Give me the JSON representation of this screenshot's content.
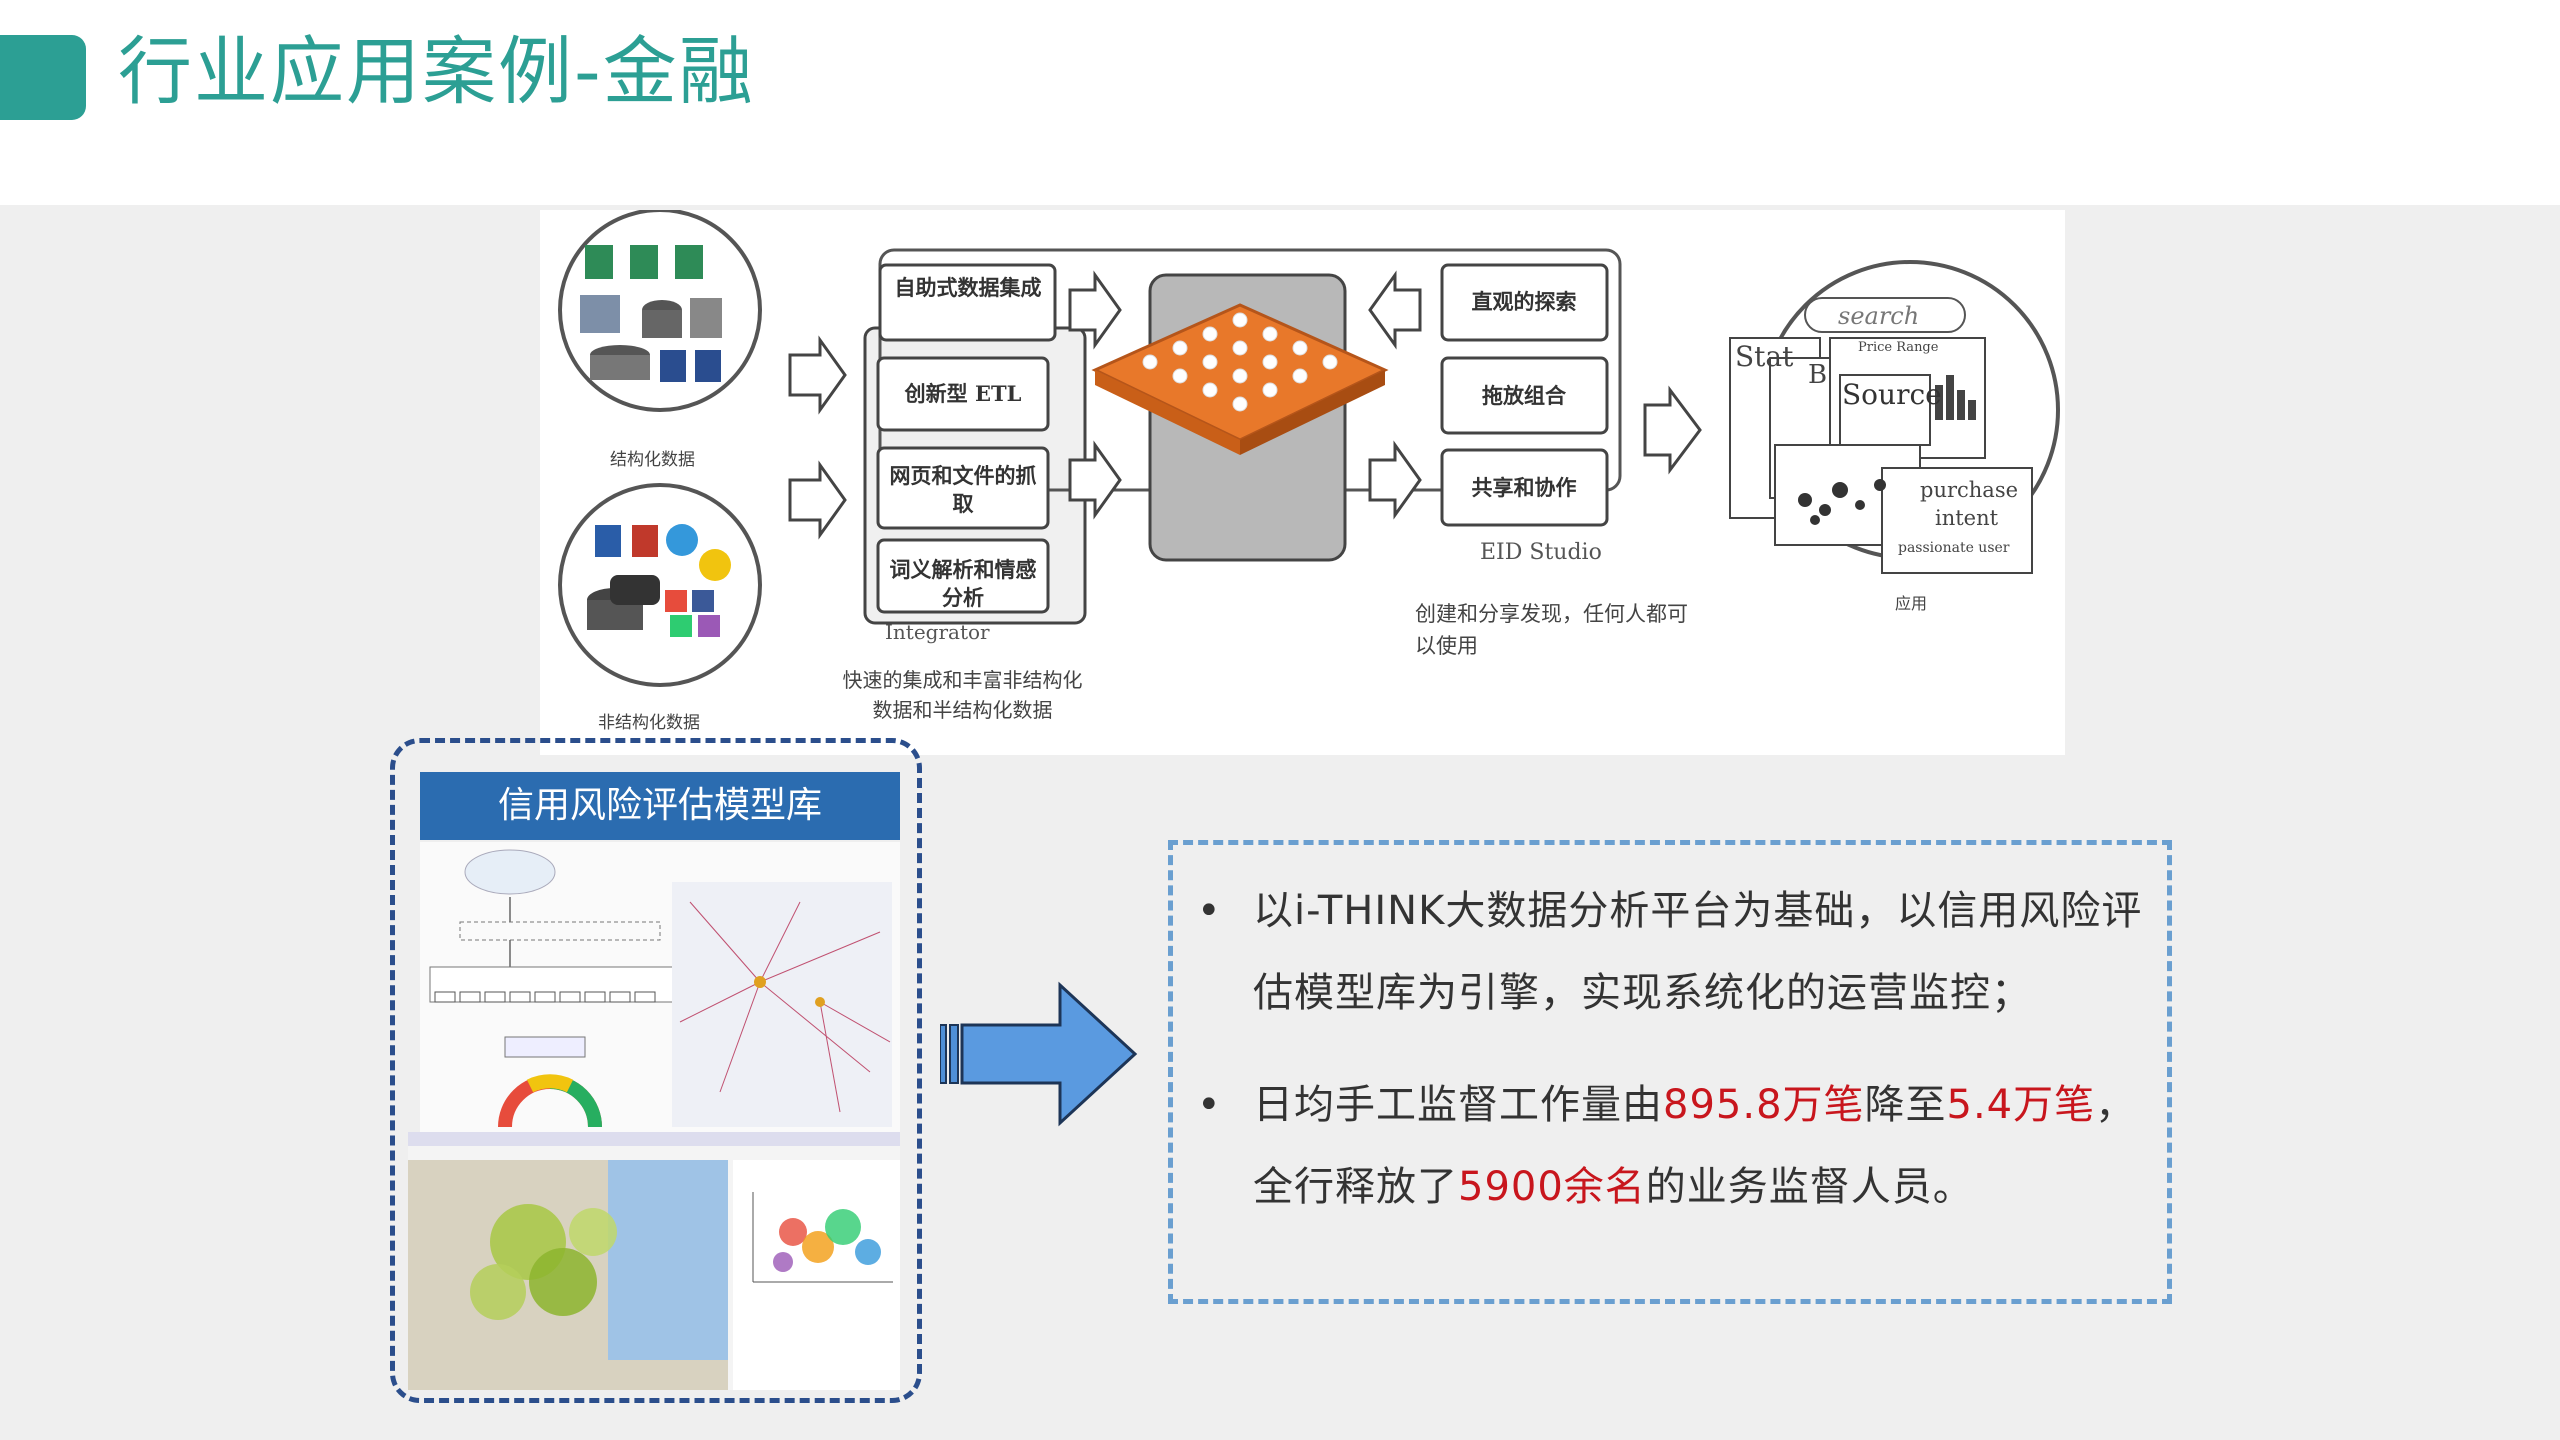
{
  "title": "行业应用案例-金融",
  "diagram": {
    "structured_label": "结构化数据",
    "unstructured_label": "非结构化数据",
    "integrator_boxes": [
      "自助式数据集成",
      "创新型 ETL",
      "网页和文件的抓取",
      "词义解析和情感分析"
    ],
    "integrator_label": "Integrator",
    "integrator_caption": "快速的集成和丰富非结构化数据和半结构化数据",
    "studio_boxes": [
      "直观的探索",
      "拖放组合",
      "共享和协作"
    ],
    "studio_label": "EID Studio",
    "studio_caption": "创建和分享发现，任何人都可以使用",
    "app_label": "应用",
    "app_texts": {
      "search": "search",
      "price_range": "Price Range",
      "stat": "Stat",
      "b": "B",
      "source": "Source",
      "purchase": "purchase",
      "intent": "intent",
      "user": "passionate user"
    }
  },
  "model_lib": {
    "title": "信用风险评估模型库"
  },
  "bullets": [
    {
      "parts": [
        {
          "text": "以i-THINK大数据分析平台为基础，以信用风险评估模型库为引擎，实现系统化的运营监控；",
          "red": false
        }
      ]
    },
    {
      "parts": [
        {
          "text": "日均手工监督工作量由",
          "red": false
        },
        {
          "text": "895.8万笔",
          "red": true
        },
        {
          "text": "降至",
          "red": false
        },
        {
          "text": "5.4万笔",
          "red": true
        },
        {
          "text": "，全行释放了",
          "red": false
        },
        {
          "text": "5900余名",
          "red": true
        },
        {
          "text": "的业务监督人员。",
          "red": false
        }
      ]
    }
  ],
  "bullet_symbol": "•",
  "colors": {
    "accent": "#2c9f94",
    "header_blue": "#2b6cb0",
    "highlight_red": "#c8161d",
    "arrow_blue": "#4f8fd6"
  }
}
